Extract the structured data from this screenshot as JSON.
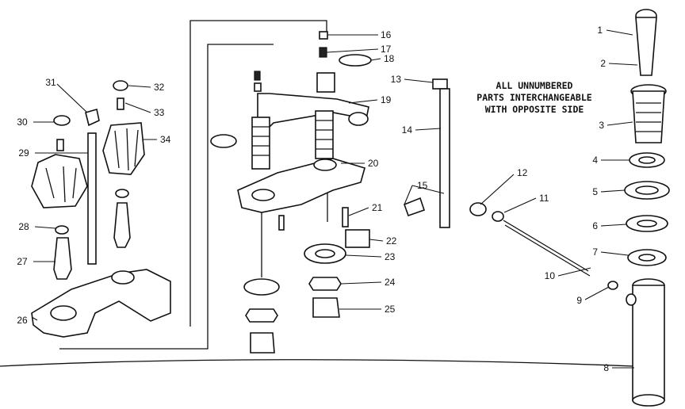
{
  "note": {
    "lines": [
      "ALL UNNUMBERED",
      "PARTS INTERCHANGEABLE",
      "WITH OPPOSITE SIDE"
    ]
  },
  "labels": {
    "l1": "1",
    "l2": "2",
    "l3": "3",
    "l4": "4",
    "l5": "5",
    "l6": "6",
    "l7": "7",
    "l8": "8",
    "l9": "9",
    "l10": "10",
    "l11": "11",
    "l12": "12",
    "l13": "13",
    "l14": "14",
    "l15": "15",
    "l16": "16",
    "l17": "17",
    "l18": "18",
    "l19": "19",
    "l20": "20",
    "l21": "21",
    "l22": "22",
    "l23": "23",
    "l24": "24",
    "l25": "25",
    "l26": "26",
    "l27": "27",
    "l28": "28",
    "l29": "29",
    "l30": "30",
    "l31": "31",
    "l32": "32",
    "l33": "33",
    "l34": "34"
  }
}
